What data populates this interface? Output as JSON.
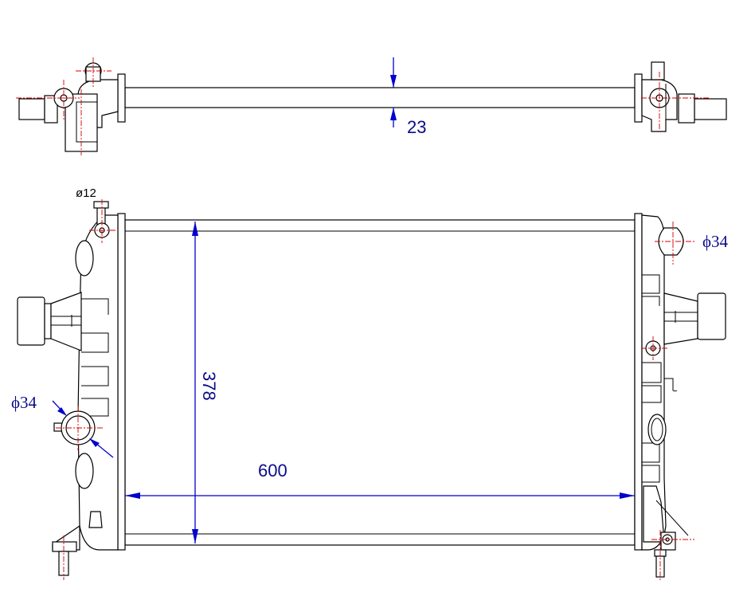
{
  "drawing": {
    "dimensions": {
      "core_thickness": "23",
      "core_height": "378",
      "core_width": "600",
      "pipe_small": "ø12",
      "pipe_left": "ϕ34",
      "pipe_right": "ϕ34"
    },
    "colors": {
      "outline": "#000000",
      "centerline": "#d40000",
      "dimension": "#0000cc",
      "dimension_text": "#0b0b8a"
    }
  }
}
